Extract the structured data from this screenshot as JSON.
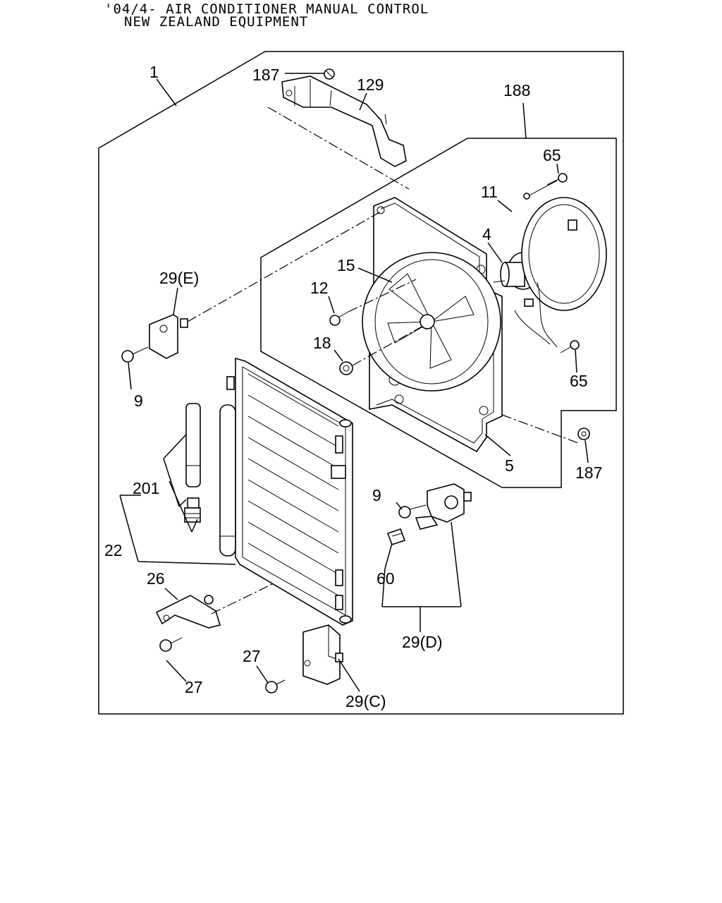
{
  "header": {
    "line1": "'04/4- AIR CONDITIONER MANUAL CONTROL",
    "line2": "NEW ZEALAND EQUIPMENT"
  },
  "labels": {
    "p1": "1",
    "p187_top": "187",
    "p129": "129",
    "p188": "188",
    "p65_top": "65",
    "p11": "11",
    "p4": "4",
    "p15": "15",
    "p12": "12",
    "p29e": "29(E)",
    "p18": "18",
    "p9_left": "9",
    "p65_bottom": "65",
    "p5": "5",
    "p187_bottom": "187",
    "p201": "201",
    "p22": "22",
    "p9_right": "9",
    "p60": "60",
    "p26": "26",
    "p29d": "29(D)",
    "p27_top": "27",
    "p27_bottom": "27",
    "p29c": "29(C)"
  }
}
